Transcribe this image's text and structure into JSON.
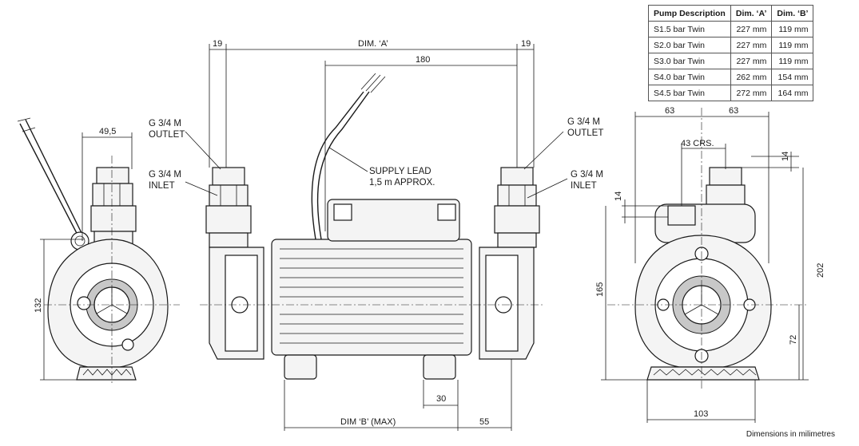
{
  "table": {
    "headers": [
      "Pump Description",
      "Dim. ‘A’",
      "Dim. ‘B’"
    ],
    "rows": [
      [
        "S1.5 bar Twin",
        "227 mm",
        "119 mm"
      ],
      [
        "S2.0 bar Twin",
        "227 mm",
        "119 mm"
      ],
      [
        "S3.0 bar Twin",
        "227 mm",
        "119 mm"
      ],
      [
        "S4.0 bar Twin",
        "262 mm",
        "154 mm"
      ],
      [
        "S4.5 bar Twin",
        "272 mm",
        "164 mm"
      ]
    ]
  },
  "labels": {
    "outlet_left": [
      "G 3/4 M",
      "OUTLET"
    ],
    "inlet_left": [
      "G 3/4 M",
      "INLET"
    ],
    "outlet_right": [
      "G 3/4 M",
      "OUTLET"
    ],
    "inlet_right": [
      "G 3/4 M",
      "INLET"
    ],
    "supply_lead": [
      "SUPPLY LEAD",
      "1,5 m APPROX."
    ]
  },
  "dims": {
    "side_width": "49,5",
    "side_height": "132",
    "top_left": "19",
    "top_right": "19",
    "dim_a": "DIM. ‘A’",
    "lead_span": "180",
    "foot": "30",
    "dim_b": "DIM ‘B’ (MAX)",
    "overhang": "55",
    "end_left": "63",
    "end_right": "63",
    "centres": "43 CRS.",
    "port_top": "14",
    "port_side": "14",
    "end_h165": "165",
    "end_h202": "202",
    "end_h72": "72",
    "base": "103"
  },
  "footnote": "Dimensions in milimetres"
}
